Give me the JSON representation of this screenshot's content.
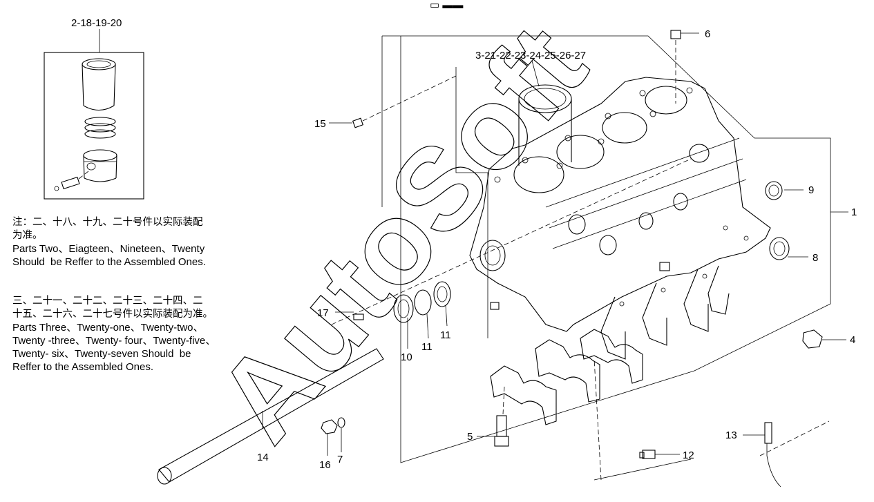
{
  "diagram": {
    "top_mark": "▭ ▬▬",
    "inset_label": "2-18-19-20",
    "group_label": "3-21-22-23-24-25-26-27",
    "watermark": "AutoSoft",
    "callouts": {
      "c1": "1",
      "c4": "4",
      "c5": "5",
      "c6": "6",
      "c7": "7",
      "c8": "8",
      "c9": "9",
      "c10": "10",
      "c11a": "11",
      "c11b": "11",
      "c12": "12",
      "c13": "13",
      "c14": "14",
      "c15": "15",
      "c16": "16",
      "c17": "17"
    }
  },
  "notes": {
    "note1_cn": "注：二、十八、十九、二十号件以实际装配\n为准。",
    "note1_en": "Parts Two、Eiagteen、Nineteen、Twenty\nShould  be Reffer to the Assembled Ones.",
    "note2_cn": "三、二十一、二十二、二十三、二十四、二\n十五、二十六、二十七号件以实际装配为准。",
    "note2_en": "Parts Three、Twenty-one、Twenty-two、\nTwenty -three、Twenty- four、Twenty-five、\nTwenty- six、Twenty-seven Should  be\nReffer to the Assembled Ones."
  }
}
